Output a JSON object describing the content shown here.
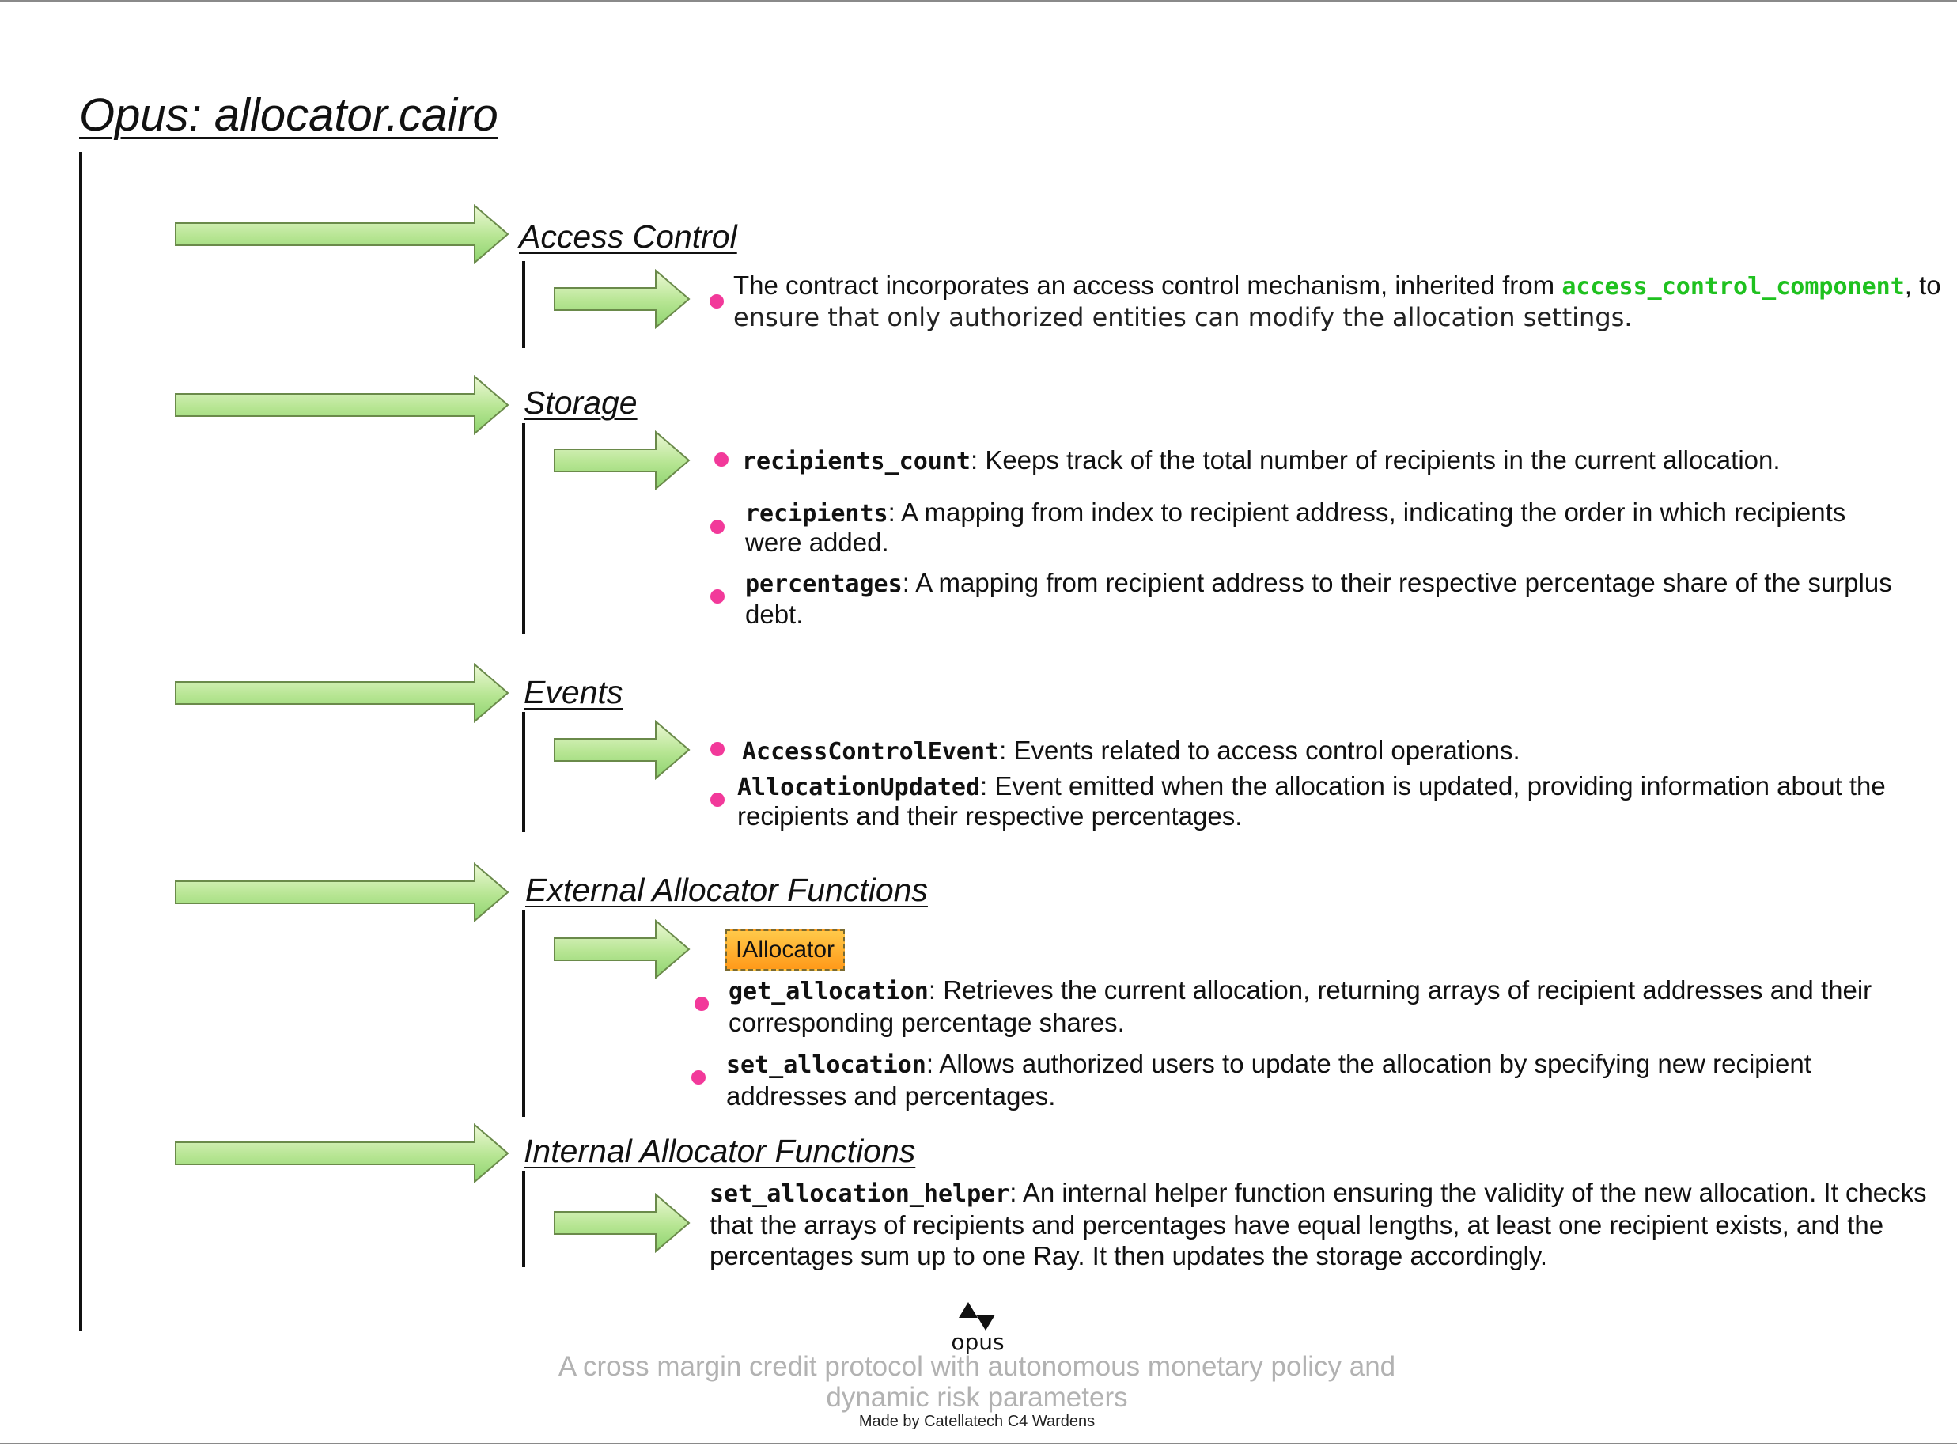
{
  "title": "Opus: allocator.cairo",
  "colors": {
    "arrow_fill_top": "#edf8d6",
    "arrow_fill_bottom": "#8ed36f",
    "bullet": "#f2399a",
    "code_highlight": "#1fc11f",
    "tag_fill": "#ffa726",
    "tagline": "#b2b2b2"
  },
  "sections": [
    {
      "heading": "Access Control",
      "items": [
        {
          "pre": "The contract incorporates an access control mechanism, inherited from ",
          "code": "access_control_component",
          "post": ", to",
          "line2": "ensure that only authorized entities can modify the allocation settings."
        }
      ]
    },
    {
      "heading": "Storage",
      "items": [
        {
          "code": "recipients_count",
          "text": ": Keeps track of the total number of recipients in the current allocation."
        },
        {
          "code": "recipients",
          "text": ": A mapping from index to recipient address, indicating the order in which recipients were added."
        },
        {
          "code": "percentages",
          "text": ": A mapping from recipient address to their respective percentage share of the surplus debt."
        }
      ]
    },
    {
      "heading": "Events",
      "items": [
        {
          "code": "AccessControlEvent",
          "text": ": Events related to access control operations."
        },
        {
          "code": "AllocationUpdated",
          "text": ": Event emitted when the allocation is updated, providing information about the recipients and their respective percentages."
        }
      ]
    },
    {
      "heading": "External Allocator Functions",
      "tag": "IAllocator",
      "items": [
        {
          "code": "get_allocation",
          "text": ": Retrieves the current allocation, returning arrays of recipient addresses and their corresponding percentage shares."
        },
        {
          "code": "set_allocation",
          "text": ": Allows authorized users to update the allocation by specifying new recipient addresses and percentages."
        }
      ]
    },
    {
      "heading": "Internal Allocator Functions",
      "items": [
        {
          "code": "set_allocation_helper",
          "text": ": An internal helper function ensuring the validity of the new allocation. It checks that the arrays of recipients and percentages have equal lengths, at least one recipient exists, and the percentages sum up to one Ray. It then updates the storage accordingly."
        }
      ]
    }
  ],
  "footer": {
    "logo_text": "opus",
    "tagline": "A cross margin credit protocol with autonomous monetary policy and dynamic risk parameters",
    "credit": "Made by Catellatech C4 Wardens"
  }
}
